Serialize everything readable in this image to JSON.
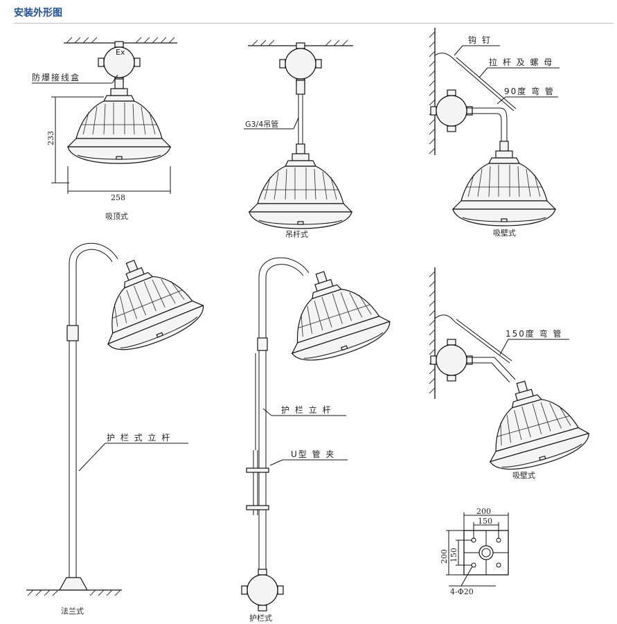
{
  "header": {
    "title": "安装外形图"
  },
  "ceiling_mount": {
    "caption": "吸顶式",
    "junction_box_label": "防爆接线盒",
    "ex_mark": "Ex",
    "height_dim": "233",
    "width_dim": "258"
  },
  "pendant_mount": {
    "caption": "吊杆式",
    "pipe_label": "G3/4吊管"
  },
  "wall_mount_90": {
    "caption": "吸壁式",
    "hook_label": "钩 钉",
    "rod_label": "拉 杆 及 螺 母",
    "bend_label": "90度 弯 管"
  },
  "wall_mount_150": {
    "caption": "吸壁式",
    "bend_label": "150度 弯 管"
  },
  "flange_mount": {
    "caption": "法兰式",
    "pole_label": "护 栏 式 立 杆"
  },
  "guardrail_mount": {
    "caption": "护栏式",
    "pole_label": "护 栏 立 杆",
    "clamp_label": "U型 管 夹"
  },
  "flange_plate": {
    "outer_dim": "200",
    "inner_dim": "150",
    "outer_dim_v": "200",
    "inner_dim_v": "150",
    "hole_label": "4-Φ20"
  }
}
